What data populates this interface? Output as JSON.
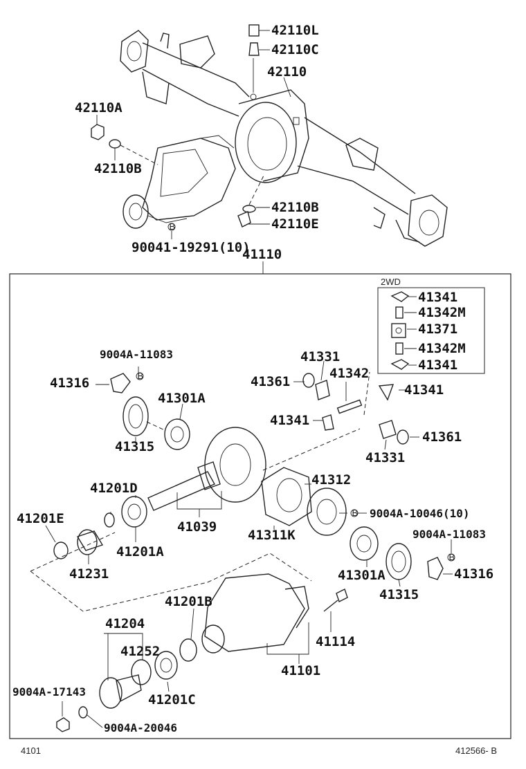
{
  "labels": {
    "l42110L": "42110L",
    "l42110C": "42110C",
    "l42110": "42110",
    "l42110A": "42110A",
    "l42110B_top": "42110B",
    "l42110B": "42110B",
    "l42110E": "42110E",
    "l90041": "90041-19291(10)",
    "l41110": "41110",
    "l2wd": "2WD",
    "l41341_a": "41341",
    "l41342M_a": "41342M",
    "l41371": "41371",
    "l41342M_b": "41342M",
    "l41341_b": "41341",
    "l9004A11083_a": "9004A-11083",
    "l41316_a": "41316",
    "l41301A_a": "41301A",
    "l41315_a": "41315",
    "l41331_a": "41331",
    "l41361_a": "41361",
    "l41342": "41342",
    "l41341_c": "41341",
    "l41341_d": "41341",
    "l41361_b": "41361",
    "l41331_b": "41331",
    "l41201D": "41201D",
    "l41312": "41312",
    "l41201E": "41201E",
    "l41039": "41039",
    "l9004A10046": "9004A-10046(10)",
    "l41311K": "41311K",
    "l41201A": "41201A",
    "l9004A11083_b": "9004A-11083",
    "l41231": "41231",
    "l41301A_b": "41301A",
    "l41316_b": "41316",
    "l41315_b": "41315",
    "l41201B": "41201B",
    "l41204": "41204",
    "l41114": "41114",
    "l41252": "41252",
    "l41101": "41101",
    "l9004A17143": "9004A-17143",
    "l41201C": "41201C",
    "l9004A20046": "9004A-20046",
    "footer_left": "4101",
    "footer_right": "412566- B",
    "callout_b": "B"
  }
}
